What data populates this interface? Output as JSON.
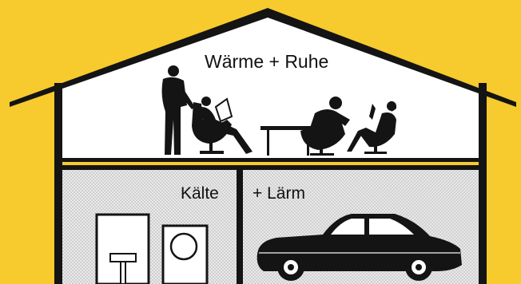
{
  "colors": {
    "background": "#f7ca2e",
    "roof_and_walls": "#141414",
    "upper_room": "#ffffff",
    "lower_room": "#e9e9e9",
    "stipple": "#9a9a9a"
  },
  "labels": {
    "upper_room": "Wärme + Ruhe",
    "lower_left_room": "Kälte",
    "lower_right_room": "+ Lärm"
  },
  "icons": [
    "standing-man-icon",
    "reading-man-in-armchair-icon",
    "coffee-table-icon",
    "seated-man-in-armchair-icon",
    "seated-woman-in-armchair-icon",
    "furnace-icon",
    "washing-machine-icon",
    "car-icon"
  ]
}
